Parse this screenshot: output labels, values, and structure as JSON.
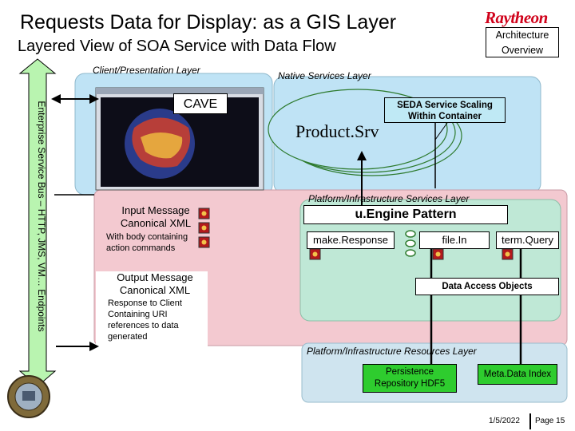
{
  "header": {
    "title": "Requests Data for Display: as a GIS Layer",
    "subtitle": "Layered View of SOA Service with Data Flow",
    "logo_text": "Raytheon",
    "badge_line1": "Architecture",
    "badge_line2": "Overview"
  },
  "layers": {
    "client": "Client/Presentation Layer",
    "native": "Native Services Layer",
    "platform_services": "Platform/Infrastructure Services Layer",
    "platform_resources": "Platform/Infrastructure Resources Layer",
    "esb": "Enterprise Service Bus – HTTP, JMS, VM… Endpoints"
  },
  "client": {
    "cave_label": "CAVE"
  },
  "native": {
    "seda_line1": "SEDA Service Scaling",
    "seda_line2": "Within Container",
    "product": "Product.Srv"
  },
  "messages": {
    "input_title_line1": "Input Message",
    "input_title_line2": "Canonical XML",
    "input_body_line1": "With body containing",
    "input_body_line2": "action commands",
    "output_title_line1": "Output Message",
    "output_title_line2": "Canonical XML",
    "output_body_line1": "Response to Client",
    "output_body_line2": "Containing URI",
    "output_body_line3": "references to data",
    "output_body_line4": "generated"
  },
  "uengine": {
    "title": "u.Engine Pattern",
    "make_response": "make.Response",
    "file_in": "file.In",
    "term_query": "term.Query",
    "dao": "Data Access Objects"
  },
  "resources": {
    "persistence_line1": "Persistence",
    "persistence_line2": "Repository HDF5",
    "metadata": "Meta.Data Index"
  },
  "footer": {
    "date": "1/5/2022",
    "page": "Page 15"
  },
  "colors": {
    "esb_green": "#b9f4b0",
    "client_blue": "#bfe3f5",
    "services_panel": "#f3c9d0",
    "uengine_panel": "#bfe8d6",
    "resources_panel": "#cfe4ef",
    "green_box": "#2ecc2e",
    "logo_red": "#d0021b"
  }
}
